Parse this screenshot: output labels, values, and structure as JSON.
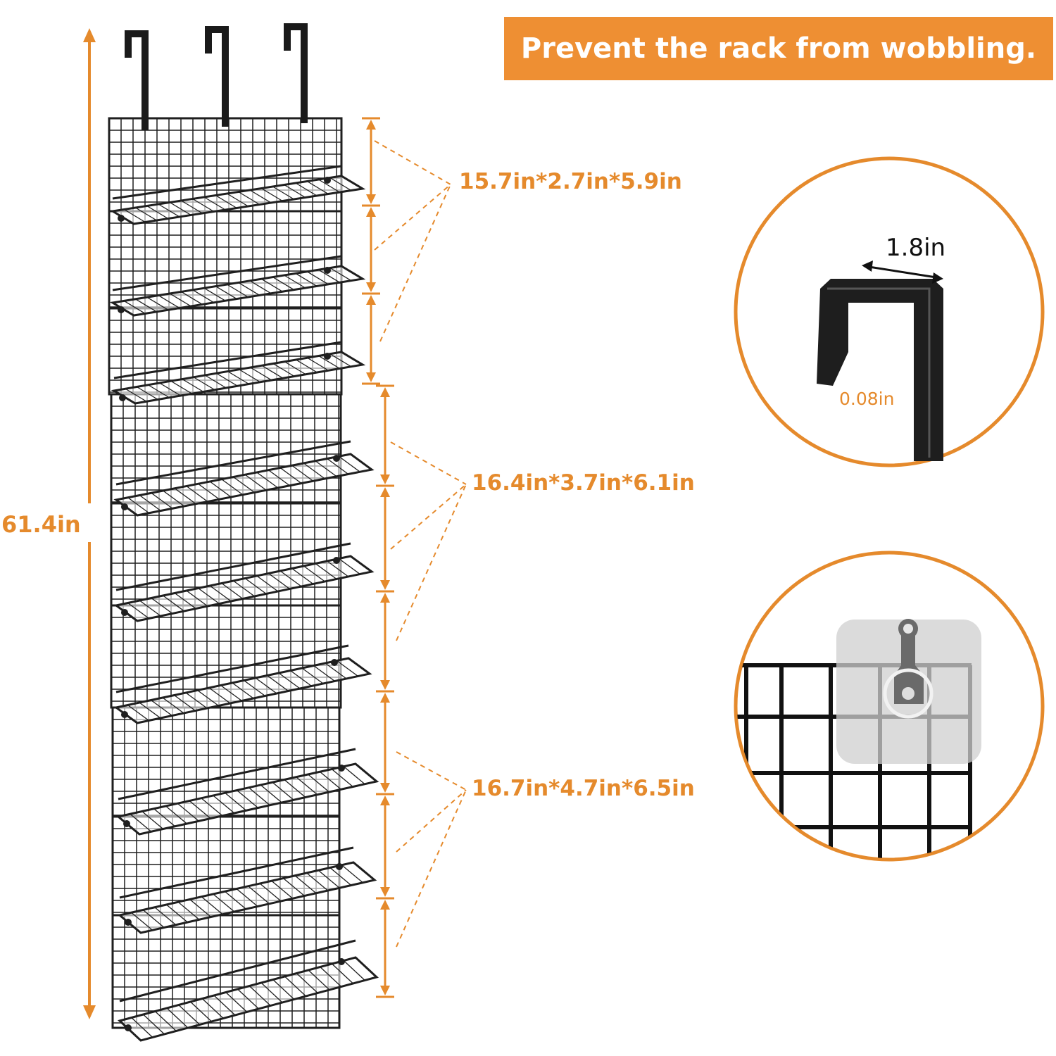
{
  "banner": {
    "text": "Prevent the rack from wobbling."
  },
  "dimensions": {
    "total_height": "61.4in",
    "small_baskets": "15.7in*2.7in*5.9in",
    "medium_baskets": "16.4in*3.7in*6.1in",
    "large_baskets": "16.7in*4.7in*6.5in"
  },
  "hook_detail": {
    "width": "1.8in",
    "thickness": "0.08in"
  },
  "colors": {
    "accent": "#ee8f33",
    "rack": "#1f1f1f"
  }
}
